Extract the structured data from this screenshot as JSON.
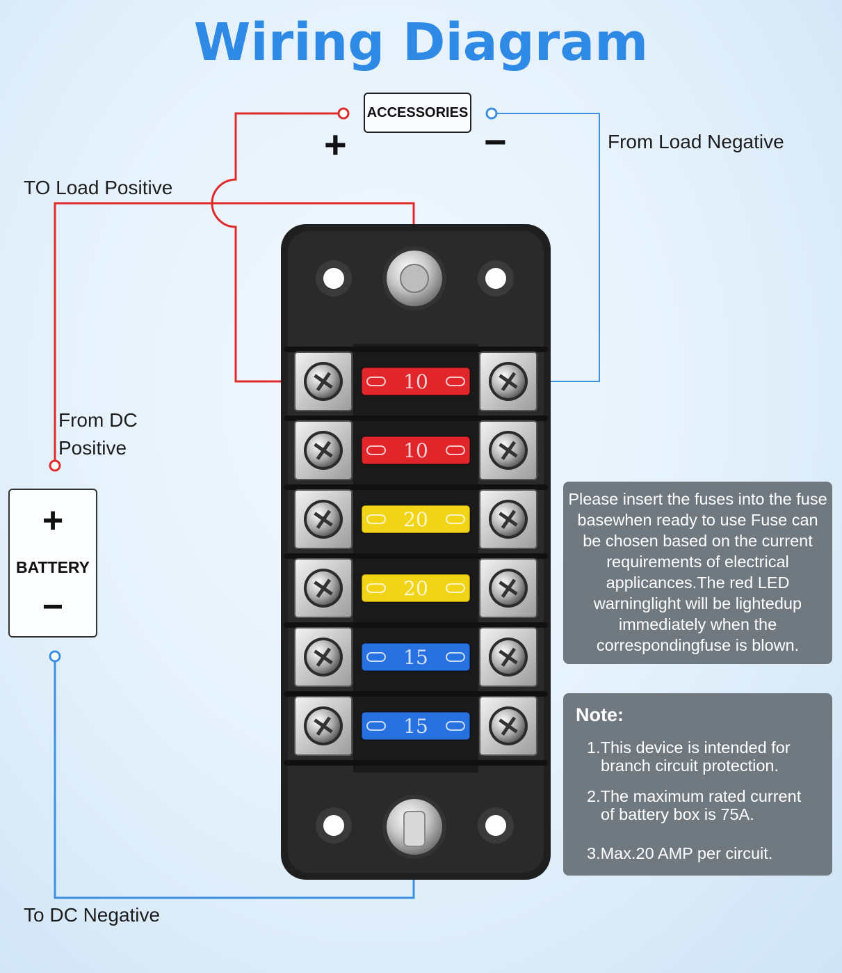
{
  "title": "Wiring Diagram",
  "labels": {
    "accessories": "ACCESSORIES",
    "plus_sign": "+",
    "minus_sign": "−",
    "from_load_negative": "From Load Negative",
    "to_load_positive": "TO Load Positive",
    "from_dc_positive_line1": "From DC",
    "from_dc_positive_line2": "Positive",
    "to_dc_negative": "To DC Negative"
  },
  "battery": {
    "plus": "+",
    "name": "BATTERY",
    "minus": "−"
  },
  "info_text": "Please insert the fuses into the fuse basewhen ready to use Fuse can be chosen based on the current requirements of electrical applicances.The red LED warninglight will be lightedup immediately when the correspondingfuse is blown.",
  "note": {
    "heading": "Note:",
    "items": [
      {
        "line1": "1.This device is intended for",
        "line2": "branch circuit protection."
      },
      {
        "line1": "2.The maximum rated current",
        "line2": "of battery box is 75A."
      },
      {
        "line1": "3.Max.20 AMP per circuit.",
        "line2": ""
      }
    ]
  },
  "fuses": [
    {
      "rating": "10",
      "color": "#e0262b"
    },
    {
      "rating": "10",
      "color": "#e0262b"
    },
    {
      "rating": "20",
      "color": "#f2d416"
    },
    {
      "rating": "20",
      "color": "#f2d416"
    },
    {
      "rating": "15",
      "color": "#2670e0"
    },
    {
      "rating": "15",
      "color": "#2670e0"
    }
  ],
  "colors": {
    "title": "#2f8ae6",
    "positive_wire": "#e02a2a",
    "negative_wire": "#3d8fe0",
    "panel": "#717980"
  }
}
